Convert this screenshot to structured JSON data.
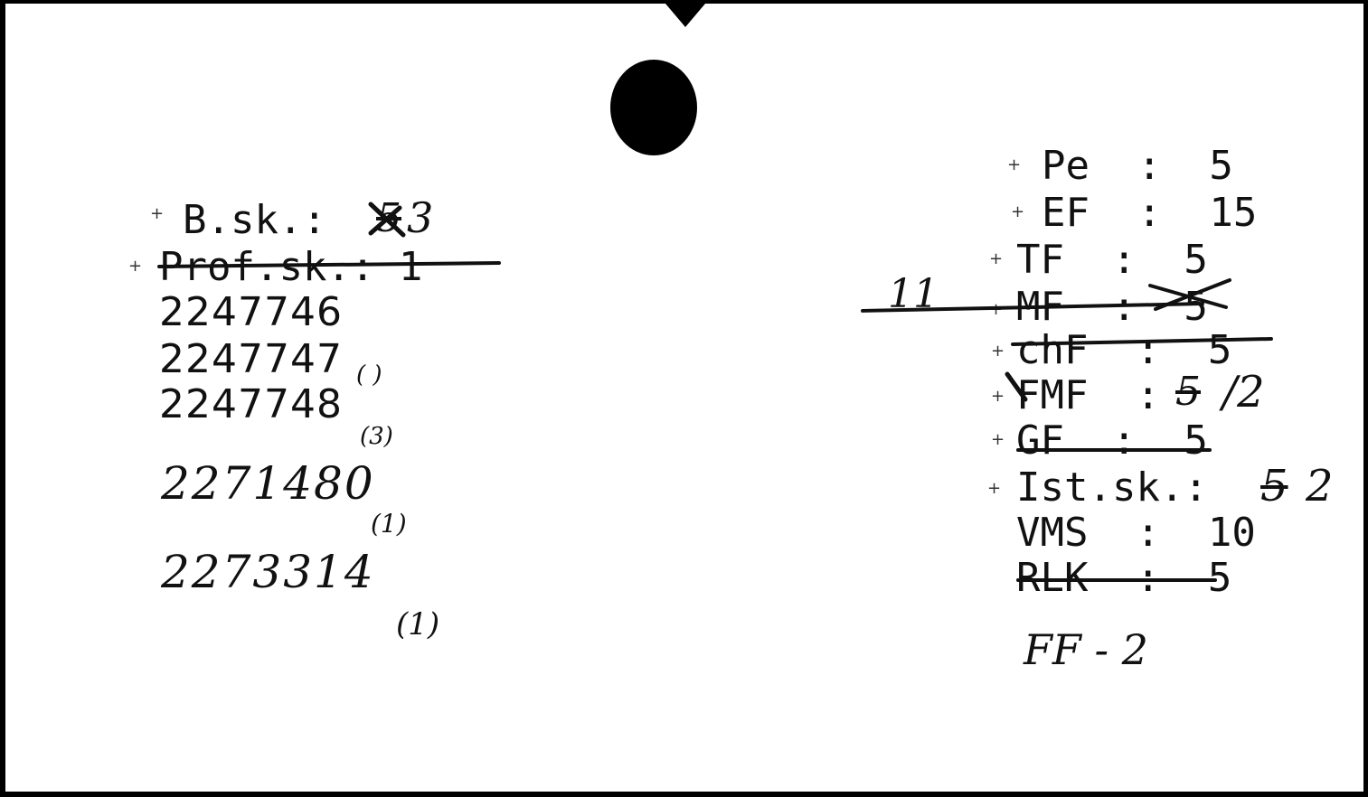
{
  "left": {
    "b_sk": "B.sk.: ",
    "b_sk_old": "5",
    "b_sk_new": "3",
    "prof_sk": "Prof.sk.: 1",
    "numbers": [
      "2247746",
      "2247747",
      "2247748"
    ],
    "mark_1": "( )",
    "mark_2": "(3)",
    "hand_number_1": "2271480",
    "mark_3": "(1)",
    "hand_number_2": "2273314",
    "mark_4": "(1)"
  },
  "right": {
    "pe": "Pe  :  5",
    "ef": "EF  :  15",
    "tf": "TF  :  5",
    "mf_margin": "11",
    "mf": "MF  :  5",
    "chf": "chF  :  5",
    "fmf": "FMF  :  ",
    "fmf_old": "5",
    "fmf_new": "/2",
    "gf": "GF  :  5",
    "ist_sk": "Ist.sk.:",
    "ist_sk_old": "5",
    "ist_sk_new": "2",
    "vms": "VMS  :  10",
    "rlk": "RLK  :  5",
    "ff": "FF - 2"
  },
  "tick_mark": "+"
}
